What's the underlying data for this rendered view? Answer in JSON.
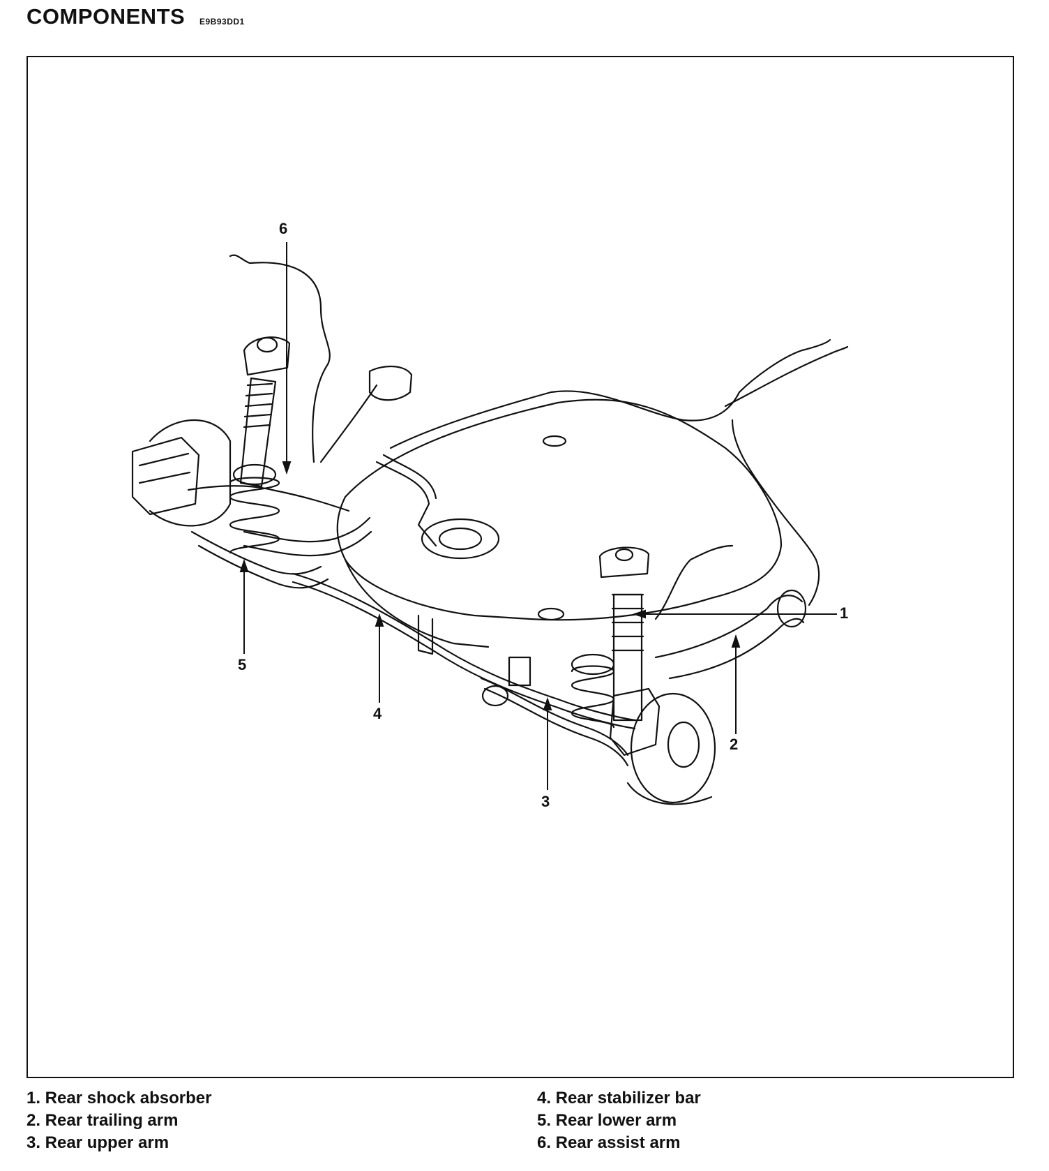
{
  "header": {
    "title": "COMPONENTS",
    "code": "E9B93DD1"
  },
  "diagram": {
    "callouts": [
      "1",
      "2",
      "3",
      "4",
      "5",
      "6"
    ]
  },
  "legend": {
    "items": [
      "1. Rear shock absorber",
      "2. Rear trailing arm",
      "3. Rear upper arm",
      "4. Rear stabilizer bar",
      "5. Rear lower arm",
      "6. Rear assist arm"
    ]
  }
}
